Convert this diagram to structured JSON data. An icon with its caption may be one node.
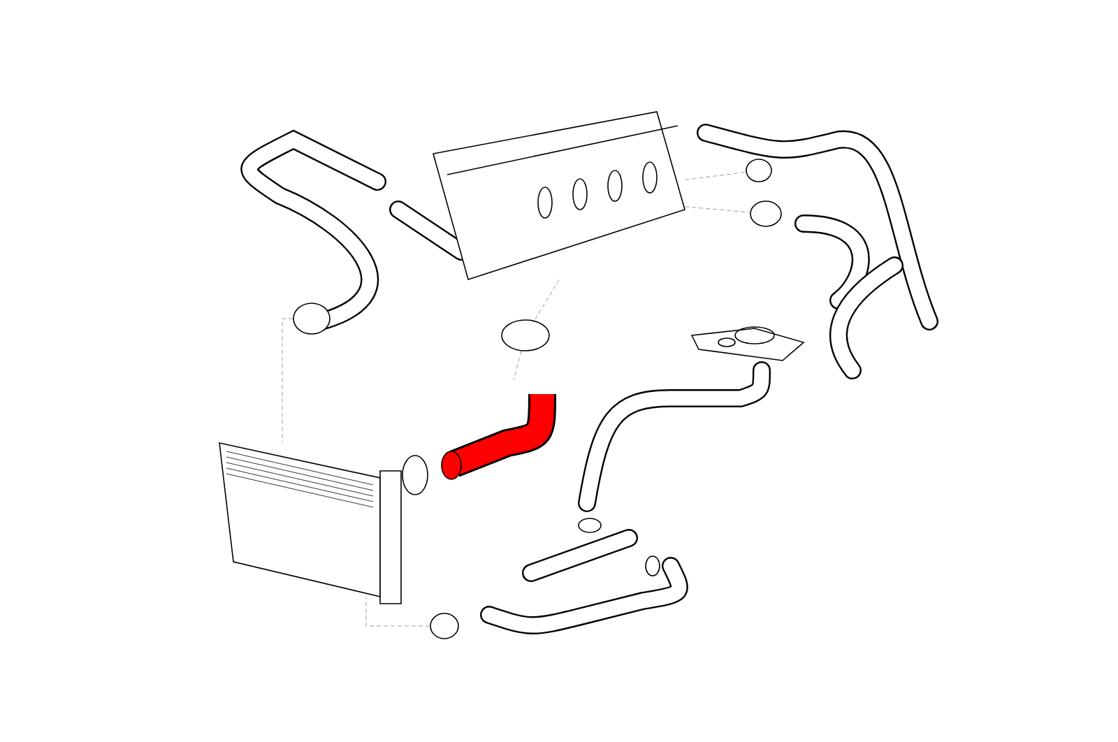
{
  "diagram": {
    "nodes": [
      {
        "text": [],
        "shape": "picture"
      },
      {
        "text": [],
        "shape": "circle"
      },
      {
        "text": [],
        "shape": "picture"
      },
      {
        "text": [],
        "shape": "picture"
      },
      {
        "text": [],
        "shape": "circle"
      },
      {
        "text": [],
        "shape": "circle"
      },
      {
        "text": [],
        "shape": "circle"
      },
      {
        "text": [],
        "shape": "circle"
      }
    ],
    "edges": [
      {
        "from": 0,
        "to": 1,
        "arrow": "none",
        "style": "dashed"
      },
      {
        "from": 1,
        "to": 2,
        "arrow": "none",
        "style": "dashed"
      },
      {
        "from": 4,
        "to": 3,
        "arrow": "none",
        "style": "dashed"
      },
      {
        "from": 5,
        "to": 3,
        "arrow": "none",
        "style": "dashed"
      },
      {
        "from": 0,
        "to": 6,
        "arrow": "none",
        "style": "dashed"
      },
      {
        "from": 0,
        "to": 7,
        "arrow": "none",
        "style": "dashed"
      }
    ]
  }
}
